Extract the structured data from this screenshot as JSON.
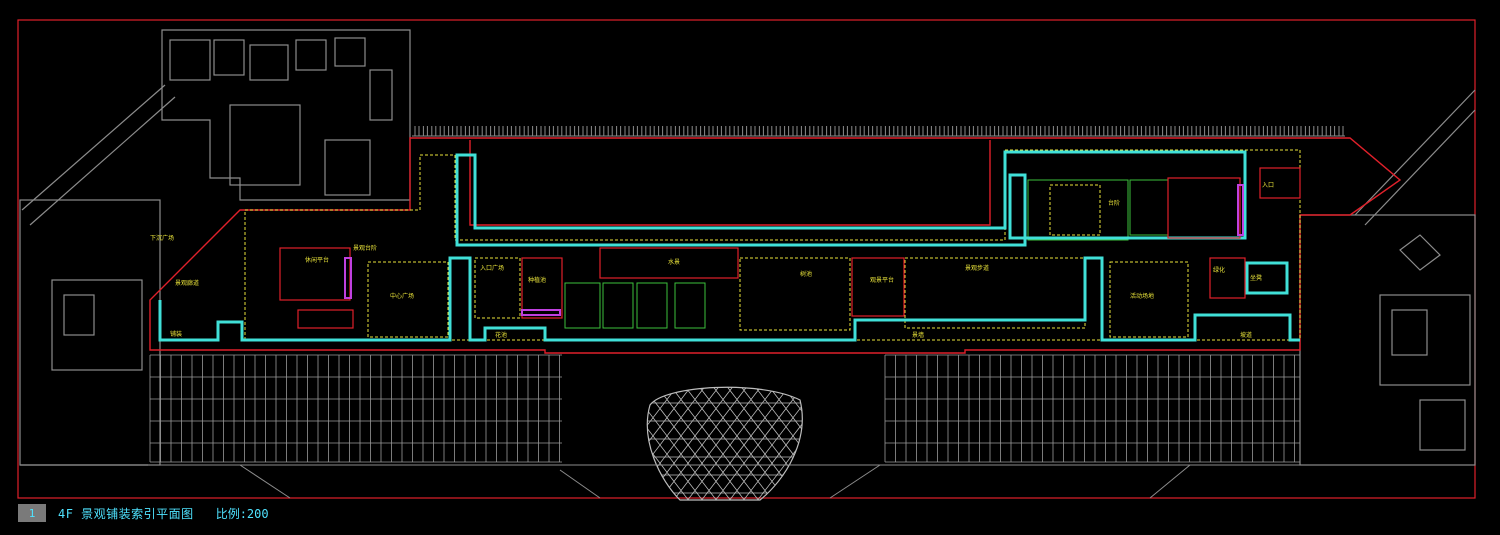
{
  "drawing": {
    "sheet_number": "1",
    "title": "4F  景观铺装索引平面图",
    "scale": "比例:200"
  },
  "colors": {
    "background": "#000000",
    "border": "#e0202a",
    "wall": "#8c8c8c",
    "cyan": "#40e0d8",
    "yellow": "#e8e23a",
    "green": "#3cbf3c",
    "magenta": "#c040e0",
    "grid": "#9a9a9a"
  },
  "labels": {
    "l01": "下沉广场",
    "l02": "景观廊道",
    "l03": "中心广场",
    "l04": "景观台阶",
    "l05": "休闲平台",
    "l06": "入口广场",
    "l07": "种植池",
    "l08": "水景",
    "l09": "树池",
    "l10": "观景平台",
    "l11": "景观步道",
    "l12": "活动场地",
    "l13": "绿化",
    "l14": "坐凳",
    "l15": "台阶",
    "l16": "入口",
    "l17": "铺装",
    "l18": "花池",
    "l19": "景墙",
    "l20": "坡道"
  }
}
